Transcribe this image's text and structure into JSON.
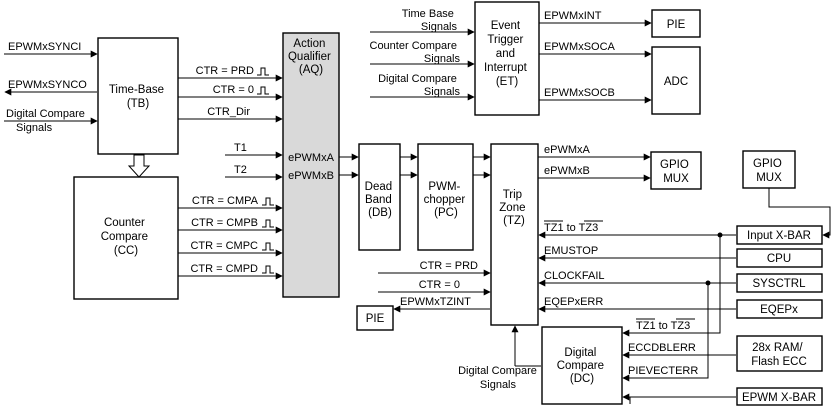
{
  "blocks": {
    "time_base": [
      "Time-Base",
      "(TB)"
    ],
    "counter_compare": [
      "Counter",
      "Compare",
      "(CC)"
    ],
    "action_qualifier": [
      "Action",
      "Qualifier",
      "(AQ)"
    ],
    "dead_band": [
      "Dead",
      "Band",
      "(DB)"
    ],
    "pwm_chopper": [
      "PWM-",
      "chopper",
      "(PC)"
    ],
    "trip_zone": [
      "Trip",
      "Zone",
      "(TZ)"
    ],
    "event_trigger": [
      "Event",
      "Trigger",
      "and",
      "Interrupt",
      "(ET)"
    ],
    "digital_compare": [
      "Digital",
      "Compare",
      "(DC)"
    ],
    "pie_top": "PIE",
    "adc": "ADC",
    "gpio_mux_out": [
      "GPIO",
      "MUX"
    ],
    "gpio_mux_in": [
      "GPIO",
      "MUX"
    ],
    "input_xbar": "Input X-BAR",
    "cpu": "CPU",
    "sysctrl": "SYSCTRL",
    "eqepx": "EQEPx",
    "ram_ecc": [
      "28x RAM/",
      "Flash ECC"
    ],
    "epwm_xbar": "EPWM X-BAR",
    "pie_bottom": "PIE"
  },
  "signals": {
    "epwm_syncl": "EPWMxSYNCI",
    "epwm_synco": "EPWMxSYNCO",
    "dc_signals_left": [
      "Digital Compare",
      "Signals"
    ],
    "ctr_prd": "CTR = PRD",
    "ctr_0": "CTR = 0",
    "ctr_dir": "CTR_Dir",
    "ctr_cmpa": "CTR = CMPA",
    "ctr_cmpb": "CTR = CMPB",
    "ctr_cmpc": "CTR = CMPC",
    "ctr_cmpd": "CTR = CMPD",
    "t1": "T1",
    "t2": "T2",
    "aq_epwma": "ePWMxA",
    "aq_epwmb": "ePWMxB",
    "tb_signals": [
      "Time Base",
      "Signals"
    ],
    "cc_signals": [
      "Counter Compare",
      "Signals"
    ],
    "dc_signals_et": [
      "Digital Compare",
      "Signals"
    ],
    "epwm_int": "EPWMxINT",
    "epwm_soca": "EPWMxSOCA",
    "epwm_socb": "EPWMxSOCB",
    "tz_epwma": "ePWMxA",
    "tz_epwmb": "ePWMxB",
    "tz1_tz3": "TZ1 to TZ3",
    "emustop": "EMUSTOP",
    "clockfail": "CLOCKFAIL",
    "eqepxerr": "EQEPxERR",
    "tz_ctr_prd": "CTR = PRD",
    "tz_ctr_0": "CTR = 0",
    "epwm_tzint": "EPWMxTZINT",
    "dc_tz1_tz3": "TZ1 to TZ3",
    "eccdblerr": "ECCDBLERR",
    "pievecterr": "PIEVECTERR",
    "dc_signals_bottom": [
      "Digital Compare",
      "Signals"
    ]
  }
}
